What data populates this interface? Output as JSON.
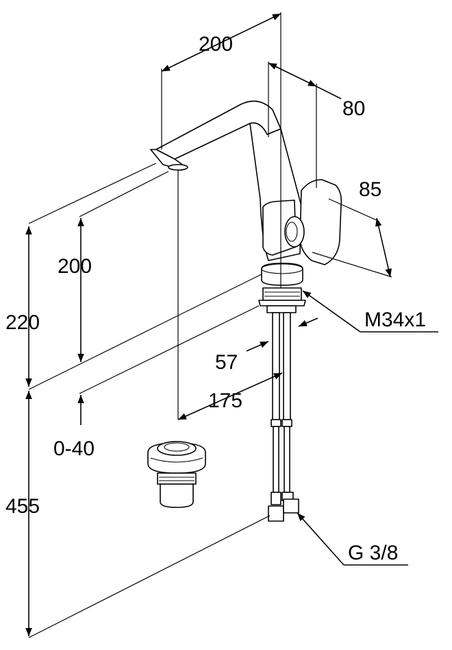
{
  "dimensions": {
    "spout_reach": "200",
    "spout_to_lever": "80",
    "lever_size": "85",
    "total_height": "220",
    "spout_height": "200",
    "waste_adjust": "0-40",
    "thread": "M34x1",
    "body_diameter": "57",
    "waste_distance": "175",
    "hose_length": "455",
    "connection": "G 3/8"
  },
  "colors": {
    "line": "#000000",
    "background": "#ffffff"
  }
}
